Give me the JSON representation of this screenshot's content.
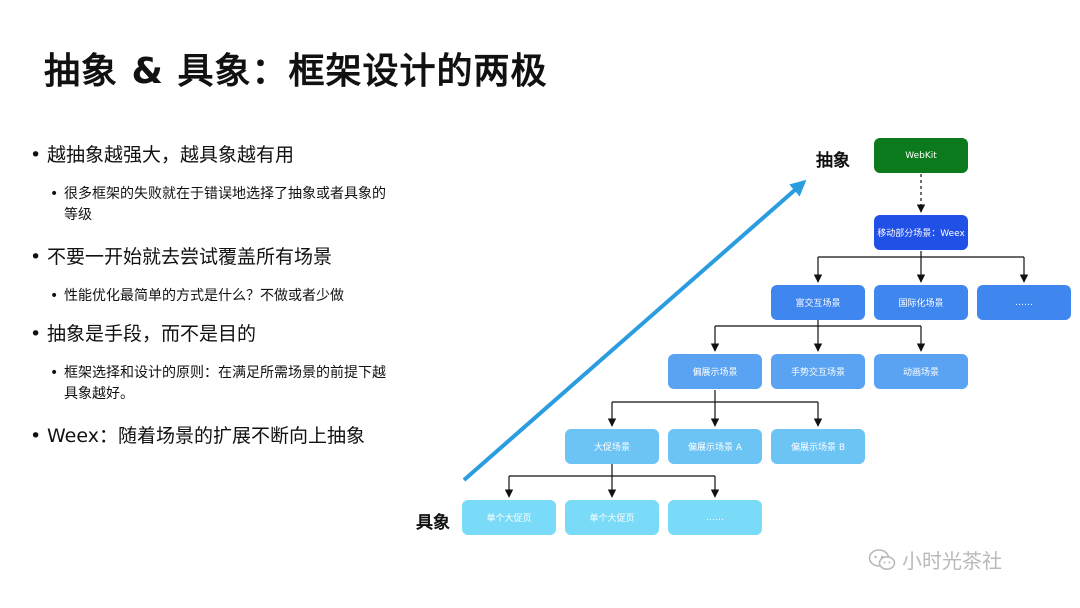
{
  "title": "抽象 & 具象：框架设计的两极",
  "bullets": [
    {
      "text": "越抽象越强大，越具象越有用",
      "sub": "很多框架的失败就在于错误地选择了抽象或者具象的等级"
    },
    {
      "text": "不要一开始就去尝试覆盖所有场景",
      "sub": "性能优化最简单的方式是什么？不做或者少做"
    },
    {
      "text": "抽象是手段，而不是目的",
      "sub": "框架选择和设计的原则：在满足所需场景的前提下越具象越好。"
    },
    {
      "text": "Weex：随着场景的扩展不断向上抽象",
      "sub": ""
    }
  ],
  "diagram": {
    "label_abstract": "抽象",
    "label_concrete": "具象",
    "nodes": {
      "webkit": "WebKit",
      "mobile": "移动部分场景：Weex",
      "rich": "富交互场景",
      "intl": "国际化场景",
      "more1": "……",
      "display": "偏展示场景",
      "gesture": "手势交互场景",
      "anim": "动画场景",
      "promo": "大促场景",
      "displayA": "偏展示场景 A",
      "displayB": "偏展示场景 B",
      "single1": "单个大促页",
      "single2": "单个大促页",
      "more2": "……"
    },
    "colors": {
      "webkit": "#0a7a1c",
      "level1": "#2050e6",
      "level2": "#3f86ef",
      "level3": "#5aa3f2",
      "level4": "#6cc4f5",
      "level5": "#79dbf8",
      "arrow": "#2a9de0"
    }
  },
  "watermark": {
    "text": "小时光茶社",
    "icon": "wechat-icon"
  }
}
